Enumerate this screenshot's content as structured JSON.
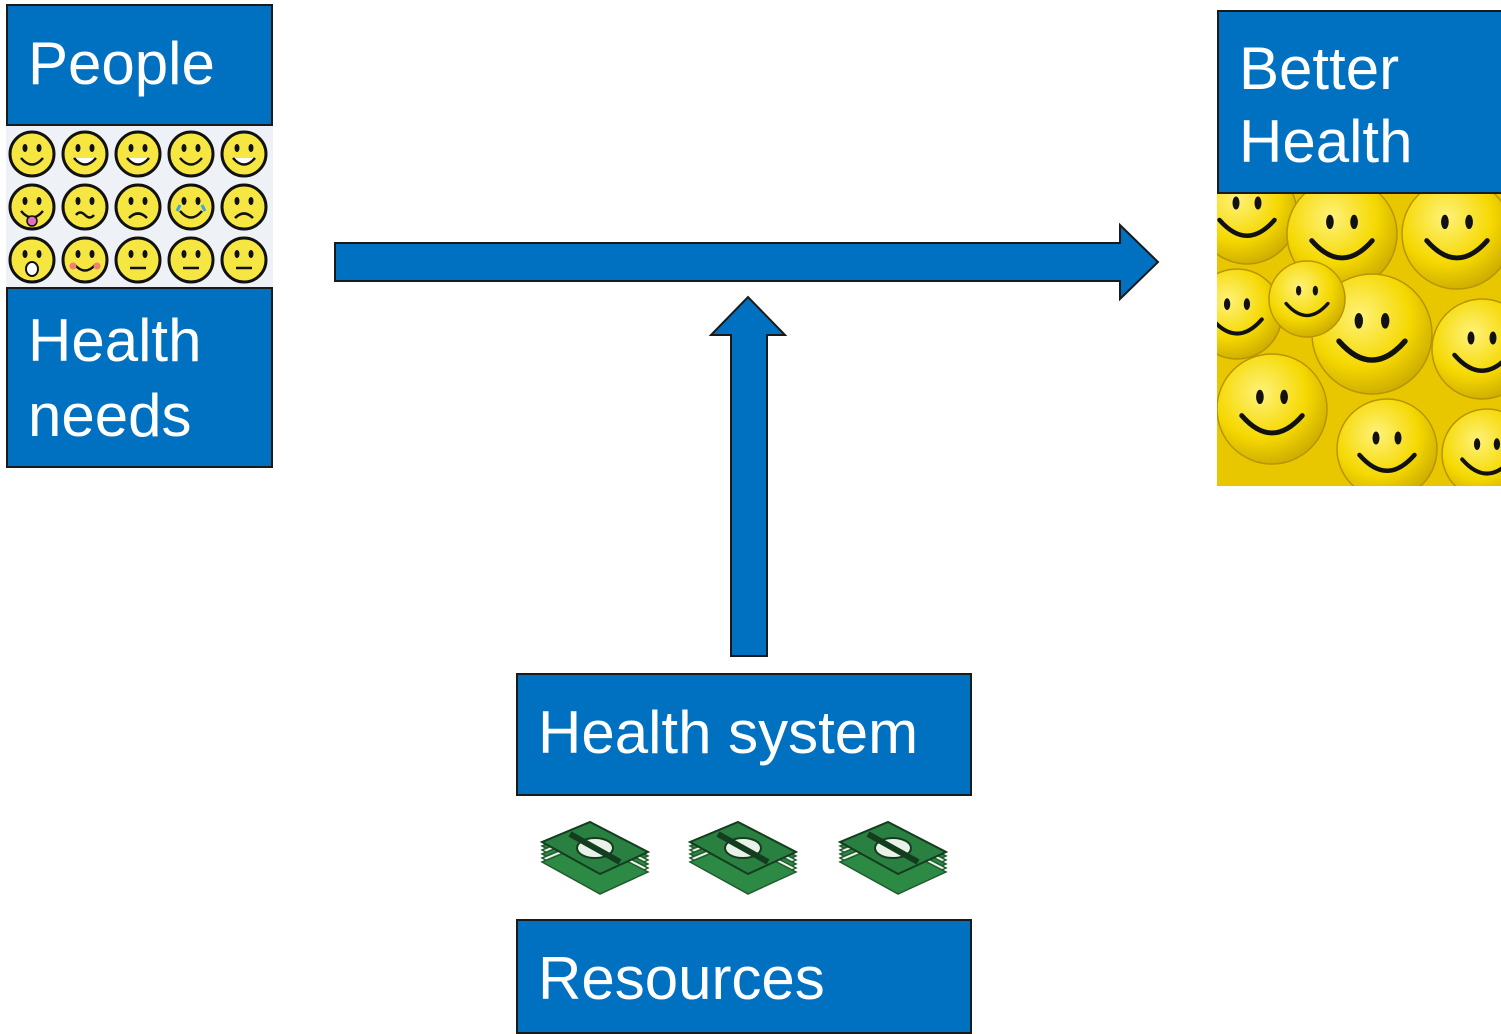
{
  "people_box": {
    "label": "People"
  },
  "needs_box": {
    "line1": "Health",
    "line2": "needs"
  },
  "outcome_box": {
    "line1": "Better",
    "line2": "Health"
  },
  "system_box": {
    "label": "Health system"
  },
  "resources_box": {
    "label": "Resources"
  },
  "icons": {
    "people_image": "emoji-faces-grid",
    "outcome_image": "smiley-faces-collage",
    "money_image": "banknote-stack"
  },
  "colors": {
    "box_fill": "#0070c0",
    "box_border": "#1a1a1a",
    "box_text": "#ffffff",
    "smiley_yellow": "#f5d800",
    "money_green": "#1f7a3a"
  }
}
